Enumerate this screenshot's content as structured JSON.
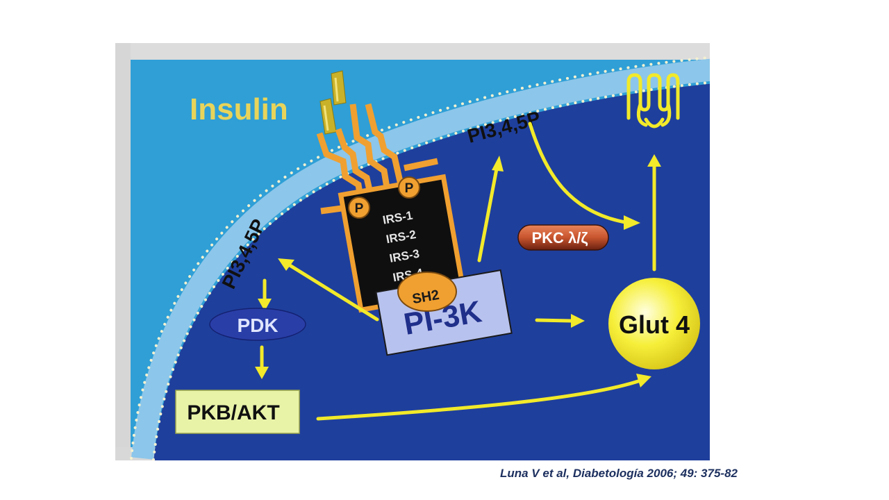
{
  "diagram": {
    "colors": {
      "extracellular": "#2f9fd6",
      "cytoplasm": "#1f3f9c",
      "membrane": "#8cc6ea",
      "arrow": "#f2ea2a",
      "receptor": "#f0a030",
      "irs_box": "#0f0f0f",
      "pi3k_box": "#b8c2ee",
      "pdk": "#2a3ea8",
      "pkb_box": "#e9f3a8",
      "pkc": "#c8542e",
      "glut4": "#f6ef3a"
    },
    "labels": {
      "insulin": "Insulin",
      "p_left": "P",
      "p_right": "P",
      "irs": [
        "IRS-1",
        "IRS-2",
        "IRS-3",
        "IRS-4"
      ],
      "sh2": "SH2",
      "pi3k": "PI-3K",
      "pip_left": "PI3,4,5P",
      "pip_right": "PI3,4,5P",
      "pdk": "PDK",
      "pkb": "PKB/AKT",
      "pkc": "PKC λ/ζ",
      "glut4": "Glut 4"
    }
  },
  "citation": "Luna V et al, Diabetología 2006; 49: 375-82"
}
